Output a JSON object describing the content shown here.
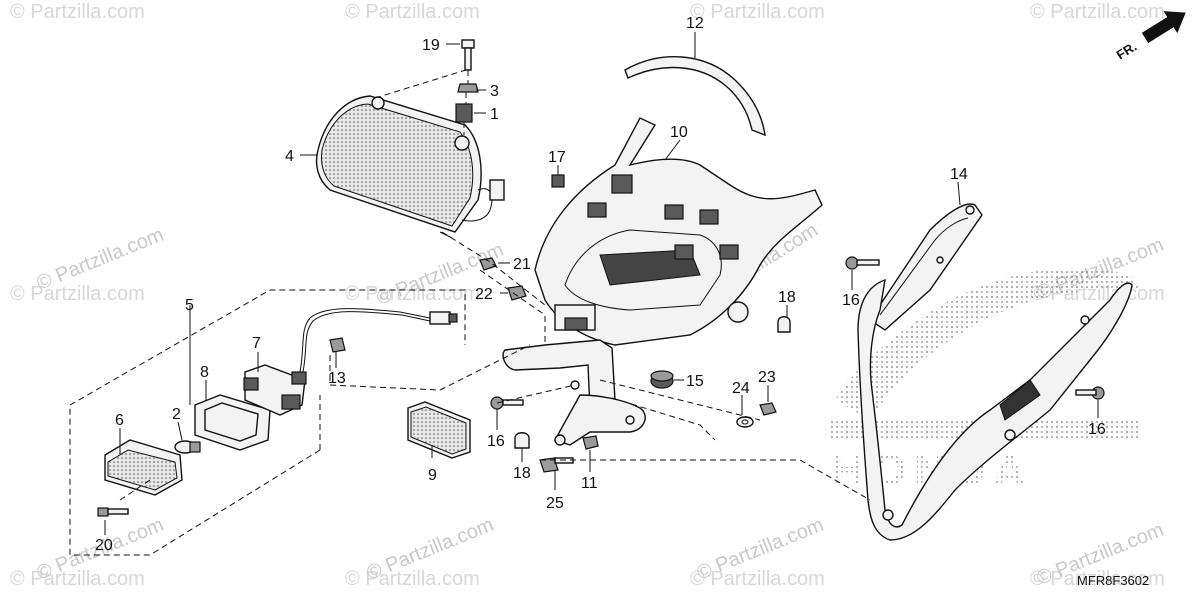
{
  "diagram": {
    "watermark": "© Partzilla.com",
    "diagram_code": "MFR8F3602",
    "front_indicator": "FR.",
    "callouts": {
      "c1": "1",
      "c2": "2",
      "c3": "3",
      "c4": "4",
      "c5": "5",
      "c6": "6",
      "c7": "7",
      "c8": "8",
      "c9": "9",
      "c10": "10",
      "c11": "11",
      "c12": "12",
      "c13": "13",
      "c14": "14",
      "c15": "15",
      "c16a": "16",
      "c16b": "16",
      "c16c": "16",
      "c17": "17",
      "c18a": "18",
      "c18b": "18",
      "c19": "19",
      "c20": "20",
      "c21": "21",
      "c22": "22",
      "c23": "23",
      "c24": "24",
      "c25": "25"
    },
    "colors": {
      "ink": "#111111",
      "watermark": "#d7d7d7",
      "background": "#ffffff"
    }
  }
}
